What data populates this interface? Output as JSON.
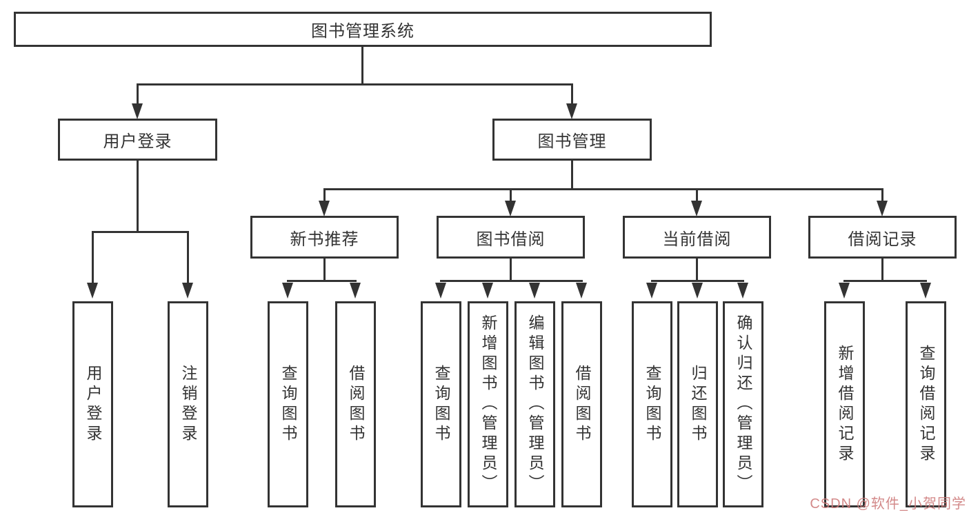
{
  "tree": {
    "root": {
      "label": "图书管理系统",
      "children": [
        {
          "label": "用户登录",
          "children": [
            {
              "label": "用户登录"
            },
            {
              "label": "注销登录"
            }
          ]
        },
        {
          "label": "图书管理",
          "children": [
            {
              "label": "新书推荐",
              "children": [
                {
                  "label": "查询图书"
                },
                {
                  "label": "借阅图书"
                }
              ]
            },
            {
              "label": "图书借阅",
              "children": [
                {
                  "label": "查询图书"
                },
                {
                  "label": "新增图书（管理员）"
                },
                {
                  "label": "编辑图书（管理员）"
                },
                {
                  "label": "借阅图书"
                }
              ]
            },
            {
              "label": "当前借阅",
              "children": [
                {
                  "label": "查询图书"
                },
                {
                  "label": "归还图书"
                },
                {
                  "label": "确认归还（管理员）"
                }
              ]
            },
            {
              "label": "借阅记录",
              "children": [
                {
                  "label": "新增借阅记录"
                },
                {
                  "label": "查询借阅记录"
                }
              ]
            }
          ]
        }
      ]
    }
  },
  "colors": {
    "line": "#333333",
    "text": "#333333",
    "watermark": "#ce7c7c",
    "background": "#ffffff"
  },
  "watermark": {
    "text": "CSDN @软件_小贺同学"
  }
}
